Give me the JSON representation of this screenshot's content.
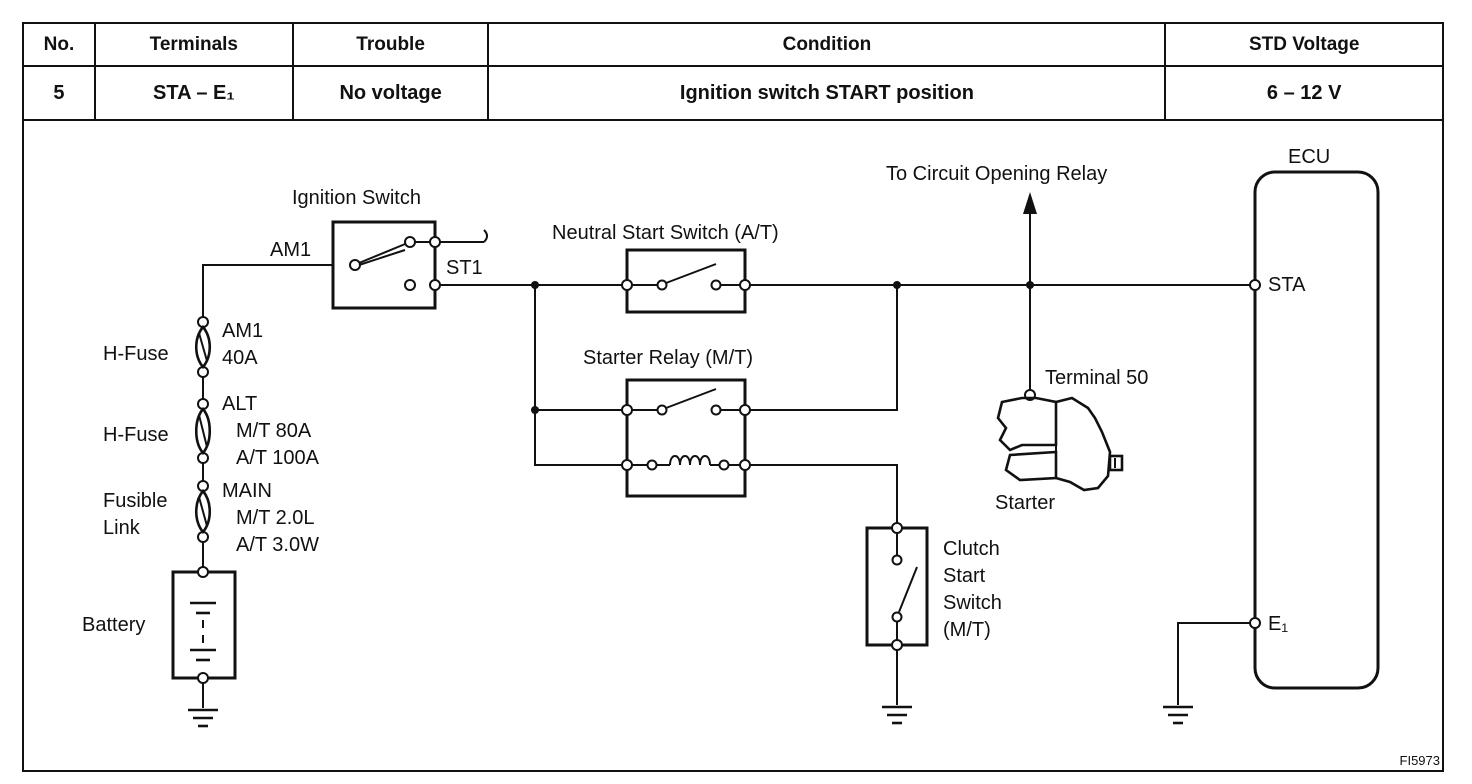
{
  "table": {
    "headers": [
      "No.",
      "Terminals",
      "Trouble",
      "Condition",
      "STD Voltage"
    ],
    "row": [
      "5",
      "STA – E₁",
      "No voltage",
      "Ignition switch START position",
      "6 – 12 V"
    ]
  },
  "diagram": {
    "ignition_switch": "Ignition Switch",
    "am1_wire": "AM1",
    "st1": "ST1",
    "neutral_start_switch": "Neutral Start Switch (A/T)",
    "starter_relay": "Starter Relay (M/T)",
    "circuit_opening_relay": "To Circuit Opening Relay",
    "ecu": "ECU",
    "sta": "STA",
    "e1": "E₁",
    "terminal_50": "Terminal 50",
    "starter": "Starter",
    "clutch_switch_lines": [
      "Clutch",
      "Start",
      "Switch",
      "(M/T)"
    ],
    "hfuse_1": "H-Fuse",
    "am1_fuse_lines": [
      "AM1",
      "40A"
    ],
    "hfuse_2": "H-Fuse",
    "alt_fuse_lines": [
      "ALT",
      "M/T 80A",
      "A/T 100A"
    ],
    "fusible_link_lines": [
      "Fusible",
      "Link"
    ],
    "main_fuse_lines": [
      "MAIN",
      "M/T 2.0L",
      "A/T 3.0W"
    ],
    "battery": "Battery"
  },
  "figure_id": "FI5973"
}
